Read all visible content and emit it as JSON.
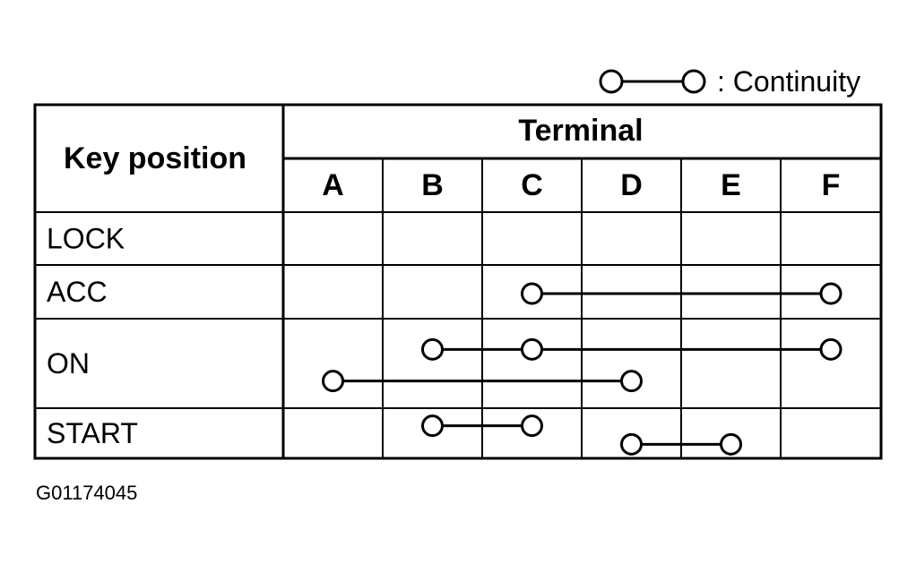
{
  "legend": {
    "label": ": Continuity"
  },
  "table": {
    "key_position_header": "Key position",
    "terminal_header": "Terminal",
    "terminals": [
      "A",
      "B",
      "C",
      "D",
      "E",
      "F"
    ],
    "rows": [
      {
        "label": "LOCK",
        "connections": []
      },
      {
        "label": "ACC",
        "connections": [
          [
            "C",
            "F"
          ]
        ]
      },
      {
        "label": "ON",
        "connections": [
          [
            "B",
            "C",
            "F"
          ],
          [
            "A",
            "D"
          ]
        ]
      },
      {
        "label": "START",
        "connections": [
          [
            "B",
            "C"
          ],
          [
            "D",
            "E"
          ]
        ]
      }
    ]
  },
  "figure_code": "G01174045",
  "colors": {
    "line": "#000000",
    "background": "#ffffff"
  }
}
